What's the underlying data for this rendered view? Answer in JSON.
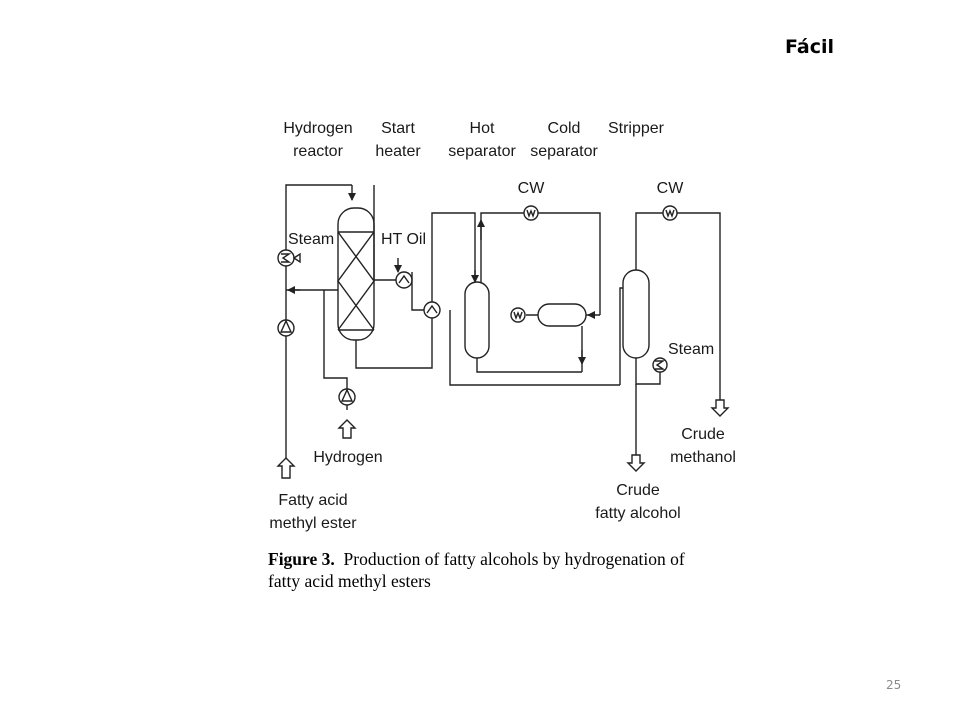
{
  "slide": {
    "title": "Fácil",
    "page_number": "25"
  },
  "diagram": {
    "labels": {
      "hydrogen_reactor_1": "Hydrogen",
      "hydrogen_reactor_2": "reactor",
      "start_heater_1": "Start",
      "start_heater_2": "heater",
      "hot_separator_1": "Hot",
      "hot_separator_2": "separator",
      "cold_separator_1": "Cold",
      "cold_separator_2": "separator",
      "stripper": "Stripper",
      "cw_left": "CW",
      "cw_right": "CW",
      "steam_left": "Steam",
      "steam_right": "Steam",
      "ht_oil": "HT Oil",
      "hydrogen_feed": "Hydrogen",
      "fame_1": "Fatty acid",
      "fame_2": "methyl ester",
      "crude_fatty_alcohol_1": "Crude",
      "crude_fatty_alcohol_2": "fatty alcohol",
      "crude_methanol_1": "Crude",
      "crude_methanol_2": "methanol"
    }
  },
  "caption": {
    "figure_label": "Figure 3.",
    "line1_rest": "Production of fatty alcohols by hydrogenation of",
    "line2": "fatty acid methyl esters"
  }
}
